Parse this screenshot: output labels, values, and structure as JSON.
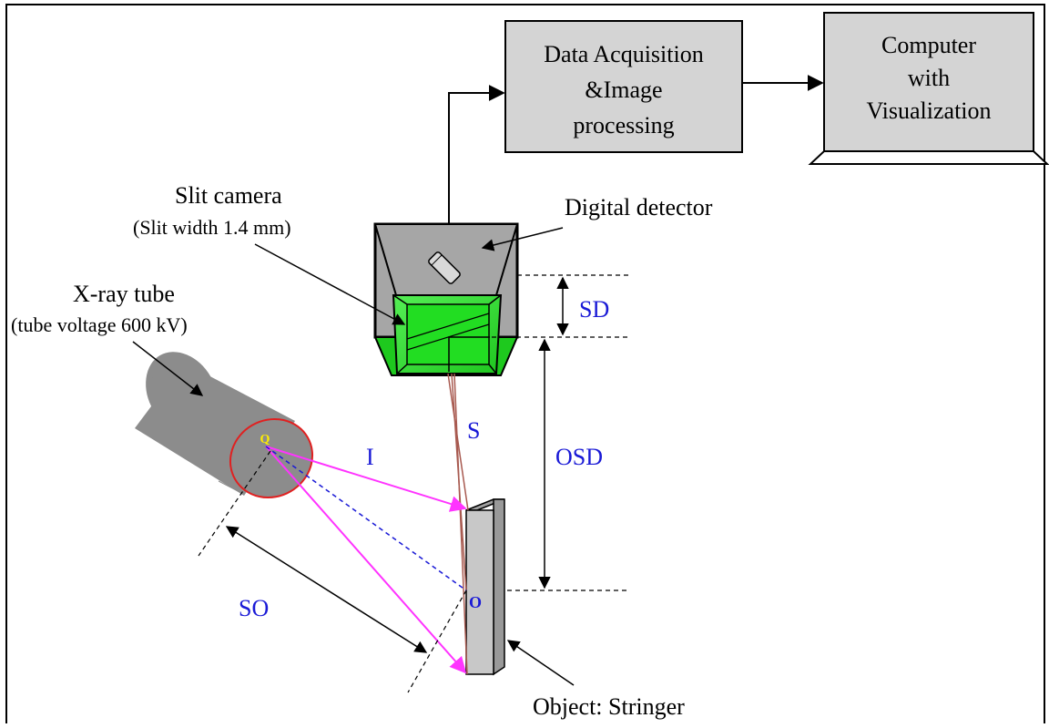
{
  "boxes": {
    "data_acquisition": [
      "Data Acquisition",
      "&Image",
      "processing"
    ],
    "computer": [
      "Computer",
      "with",
      "Visualization"
    ]
  },
  "labels": {
    "slit_camera": "Slit camera",
    "slit_width": "(Slit width 1.4 mm)",
    "digital_detector": "Digital detector",
    "xray_tube": "X-ray tube",
    "tube_voltage": "(tube voltage 600 kV)",
    "object": "Object: Stringer"
  },
  "symbols": {
    "sd": "SD",
    "osd": "OSD",
    "so": "SO",
    "s": "S",
    "i": "I",
    "q": "Q",
    "o": "O"
  },
  "colors": {
    "box_fill": "#d4d4d4",
    "housing": "#a6a6a6",
    "detector_green": "#22dd22",
    "tube_gray": "#8c8c8c",
    "tube_edge": "#e02020",
    "symbol_blue": "#1a1ad6",
    "ray_magenta": "#ff33ff",
    "ray_brown": "#a85a50",
    "object_gray": "#c8c8c8",
    "point_yellow": "#ffee00"
  }
}
